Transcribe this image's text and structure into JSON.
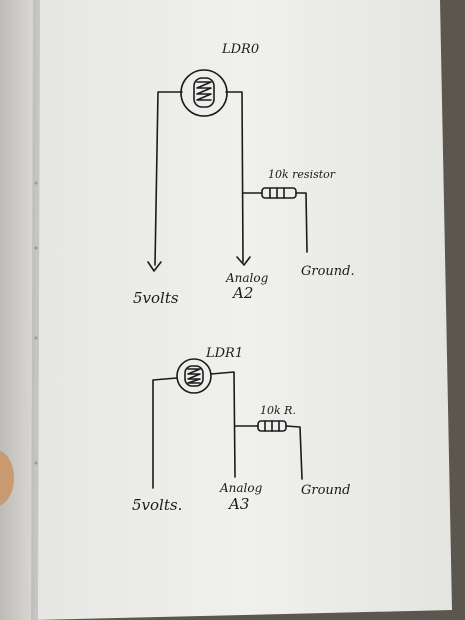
{
  "colors": {
    "ink": "#1b1b1b",
    "paper": "#efefed",
    "spine": "#d9d8d4",
    "background": "#5b574f"
  },
  "circuits": [
    {
      "title": "LDR0",
      "resistor_label": "10k resistor",
      "supply_label": "5volts",
      "analog_label_top": "Analog",
      "analog_label_bottom": "A2",
      "ground_label": "Ground."
    },
    {
      "title": "LDR1",
      "resistor_label": "10k R.",
      "supply_label": "5volts.",
      "analog_label_top": "Analog",
      "analog_label_bottom": "A3",
      "ground_label": "Ground"
    }
  ]
}
